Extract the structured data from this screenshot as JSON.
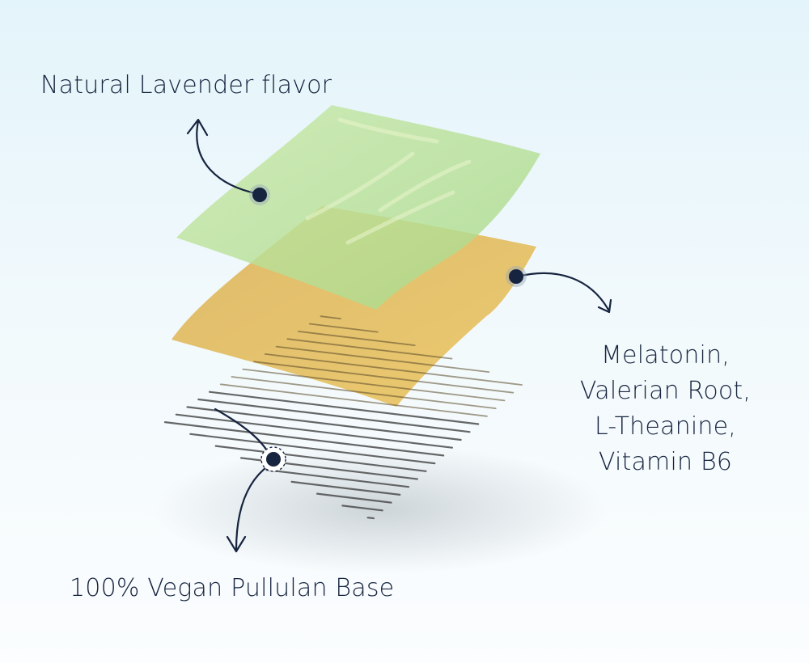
{
  "title": "",
  "layers": [
    {
      "id": "flavor",
      "label": "Natural Lavender flavor",
      "color": "#b3dc8f"
    },
    {
      "id": "actives",
      "label_lines": [
        "Melatonin,",
        "Valerian Root,",
        "L-Theanine,",
        "Vitamin B6"
      ],
      "color": "#e6b94e"
    },
    {
      "id": "base",
      "label": "100% Vegan Pullulan Base",
      "color": "#4a4a4a"
    }
  ],
  "colors": {
    "ink": "#16243f",
    "background": "#eaf6fb"
  }
}
